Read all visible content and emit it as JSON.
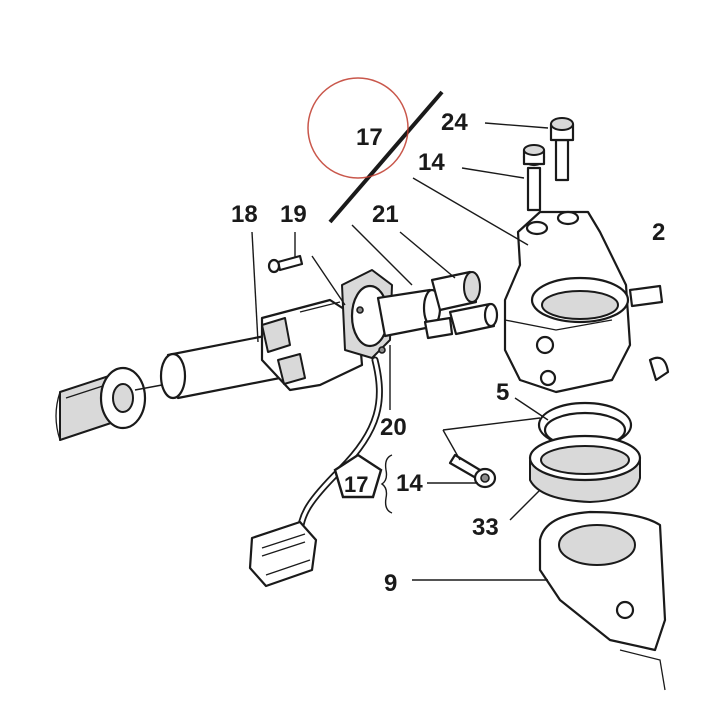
{
  "callouts": {
    "c24": "24",
    "c14_top": "14",
    "c17_circle": "17",
    "c18": "18",
    "c19": "19",
    "c21": "21",
    "c20": "20",
    "c5": "5",
    "c17_badge": "17",
    "c14_torque": "14",
    "c33": "33",
    "c9": "9",
    "c2_partial": "2"
  },
  "colors": {
    "highlight_circle": "#c0392b",
    "ink": "#1a1a1a"
  },
  "icons": {
    "torque_badge": "pentagon-badge-icon"
  }
}
